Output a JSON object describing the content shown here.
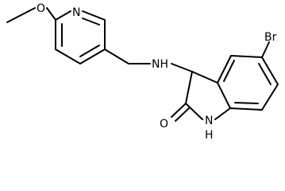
{
  "molecule": {
    "atoms": {
      "o_methoxy": "O",
      "n_pyridine": "N",
      "nh_amine": "NH",
      "br": "Br",
      "o_carbonyl": "O",
      "n_indole": "N",
      "h_indole": "H"
    },
    "colors": {
      "bond": "#000000",
      "label": "#000000",
      "background": "#ffffff"
    }
  }
}
